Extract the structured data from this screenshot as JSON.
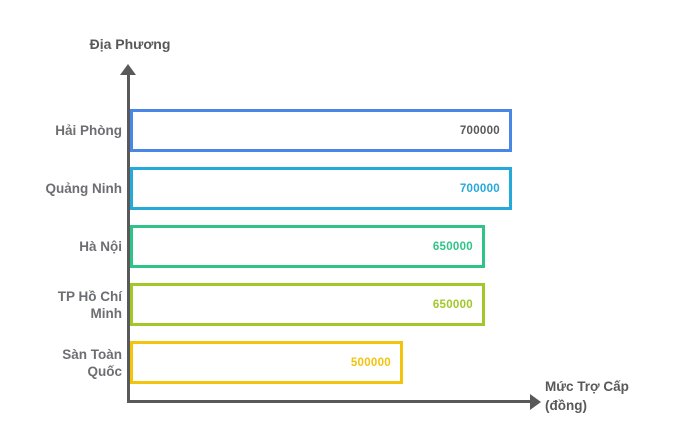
{
  "chart": {
    "y_axis_title": "Địa Phương",
    "x_axis_title_line1": "Mức Trợ Cấp",
    "x_axis_title_line2": "(đồng)",
    "axis_color": "#58595b",
    "category_label_color": "#6d6e71",
    "background_color": "#ffffff"
  },
  "chart_data": {
    "type": "bar",
    "orientation": "horizontal",
    "title": "",
    "xlabel": "Mức Trợ Cấp (đồng)",
    "ylabel": "Địa Phương",
    "xlim": [
      0,
      770000
    ],
    "grid": false,
    "legend": false,
    "bar_style": "outlined, transparent fill, value label inside right end",
    "categories": [
      "Hải Phòng",
      "Quảng Ninh",
      "Hà Nội",
      "TP Hồ Chí Minh",
      "Sàn Toàn Quốc"
    ],
    "values": [
      700000,
      700000,
      650000,
      650000,
      500000
    ],
    "rows": [
      {
        "label": "Hải Phòng",
        "value": 700000,
        "value_text": "700000",
        "bar_color": "#4a86e8",
        "value_color": "#58595b"
      },
      {
        "label": "Quảng Ninh",
        "value": 700000,
        "value_text": "700000",
        "bar_color": "#25a9db",
        "value_color": "#25a9db"
      },
      {
        "label": "Hà Nội",
        "value": 650000,
        "value_text": "650000",
        "bar_color": "#2ec487",
        "value_color": "#2ec487"
      },
      {
        "label": "TP Hồ Chí Minh",
        "value": 650000,
        "value_text": "650000",
        "bar_color": "#a3c628",
        "value_color": "#a3c628"
      },
      {
        "label": "Sàn Toàn Quốc",
        "value": 500000,
        "value_text": "500000",
        "bar_color": "#f2c40d",
        "value_color": "#f2c40d"
      }
    ]
  }
}
